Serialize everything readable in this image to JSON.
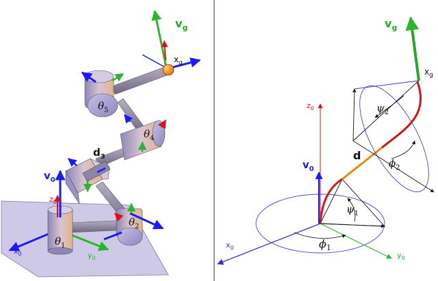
{
  "colors": {
    "background": "#ffffff",
    "divider": "#333333",
    "axis_blue": "#1a1aff",
    "axis_green": "#2bb52b",
    "axis_red": "#e01010",
    "goal_green": "#22aa22",
    "joint_fill": "#b9a7c6",
    "link_fill": "#8a8296",
    "plane_fill": "#b9b3dc",
    "ellipse_stroke": "#4444dd",
    "path_red": "#dd1111",
    "path_orange": "#ee8800",
    "text_dark": "#111111"
  },
  "left": {
    "v_g": [
      "v",
      "g"
    ],
    "x_g": [
      "x",
      "g"
    ],
    "theta5": [
      "θ",
      "5"
    ],
    "theta4": [
      "θ",
      "4"
    ],
    "d3": [
      "d",
      "3"
    ],
    "v0": [
      "v",
      "0"
    ],
    "z0": [
      "z",
      "0"
    ],
    "theta2": [
      "θ",
      "2"
    ],
    "theta1": [
      "θ",
      "1"
    ],
    "x0": [
      "x",
      "0"
    ],
    "y0": [
      "y",
      "0"
    ]
  },
  "right": {
    "v_g": [
      "v",
      "g"
    ],
    "x_g": [
      "x",
      "g"
    ],
    "z0": [
      "z",
      "0"
    ],
    "v0": [
      "v",
      "0"
    ],
    "d": "d",
    "psi2": [
      "ψ",
      "2"
    ],
    "phi2": [
      "ϕ",
      "2"
    ],
    "psi1": [
      "ψ",
      "1"
    ],
    "phi1": [
      "ϕ",
      "1"
    ],
    "x0": [
      "x",
      "0"
    ],
    "y0": [
      "y",
      "0"
    ]
  }
}
